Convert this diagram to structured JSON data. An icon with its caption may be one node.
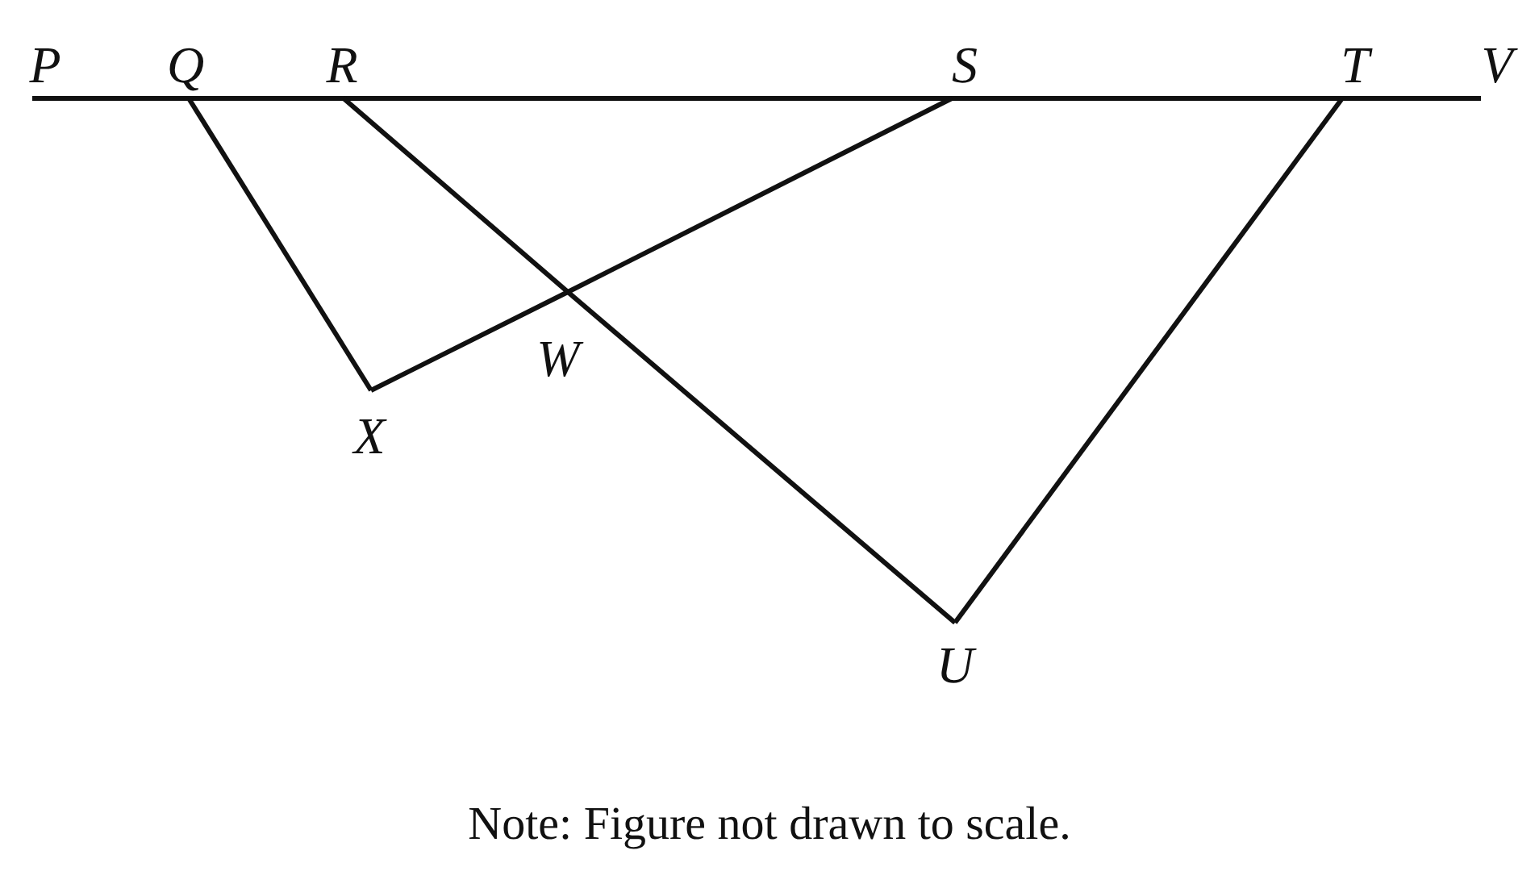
{
  "diagram": {
    "caption": "Note: Figure not drawn to scale.",
    "nodes": [
      {
        "text": [
          "P"
        ]
      },
      {
        "text": [
          "Q"
        ]
      },
      {
        "text": [
          "R"
        ]
      },
      {
        "text": [
          "S"
        ]
      },
      {
        "text": [
          "T"
        ]
      },
      {
        "text": [
          "V"
        ]
      },
      {
        "text": [
          "W"
        ]
      },
      {
        "text": [
          "X"
        ]
      },
      {
        "text": [
          "U"
        ]
      }
    ],
    "edges": [
      {
        "from": 0,
        "to": 1,
        "arrow": "none"
      },
      {
        "from": 1,
        "to": 2,
        "arrow": "none"
      },
      {
        "from": 2,
        "to": 3,
        "arrow": "none"
      },
      {
        "from": 3,
        "to": 4,
        "arrow": "none"
      },
      {
        "from": 4,
        "to": 5,
        "arrow": "none"
      },
      {
        "from": 1,
        "to": 7,
        "arrow": "none"
      },
      {
        "from": 7,
        "to": 6,
        "arrow": "none"
      },
      {
        "from": 6,
        "to": 3,
        "arrow": "none"
      },
      {
        "from": 2,
        "to": 6,
        "arrow": "none"
      },
      {
        "from": 6,
        "to": 8,
        "arrow": "none"
      },
      {
        "from": 8,
        "to": 4,
        "arrow": "none"
      }
    ]
  }
}
